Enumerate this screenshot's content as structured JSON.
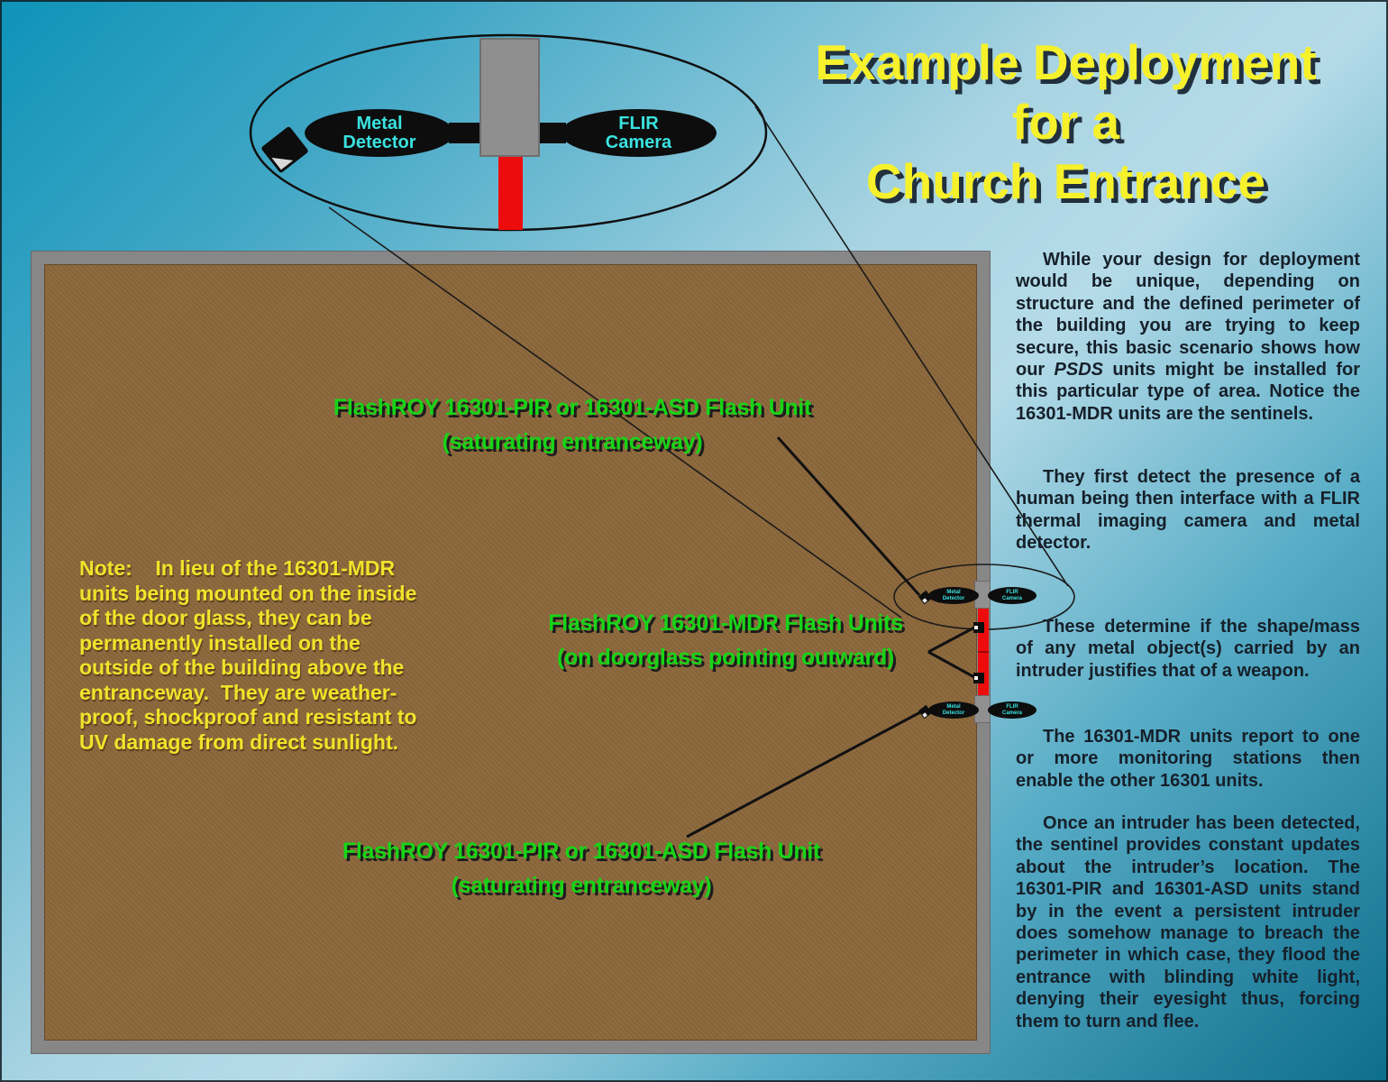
{
  "poster": {
    "title": {
      "line1": "Example Deployment",
      "line2": "for a",
      "line3": "Church Entrance"
    },
    "magnifier": {
      "metal_detector": "Metal Detector",
      "flir_camera": "FLIR Camera"
    },
    "labels": {
      "flash_top": {
        "line1": "FlashROY 16301-PIR or 16301-ASD Flash Unit",
        "line2": "(saturating entranceway)"
      },
      "mdr": {
        "line1": "FlashROY 16301-MDR Flash Units",
        "line2": "(on doorglass pointing outward)"
      },
      "flash_bottom": {
        "line1": "FlashROY 16301-PIR or 16301-ASD Flash Unit",
        "line2": "(saturating entranceway)"
      }
    },
    "note": "Note:    In lieu of the 16301-MDR\nunits being mounted on the inside\nof the door glass, they can be\npermanently installed on the\noutside of the building above the\nentranceway.  They are weather-\nproof, shockproof and resistant to\nUV damage from direct sunlight.",
    "right_column": {
      "p1_before": "While your design for deployment would be unique, depending on structure and the defined perimeter of the building you are trying to keep secure, this basic scenario shows how our ",
      "p1_emphasis": "PSDS",
      "p1_after": " units might be installed for this particular type of area.  Notice the 16301-MDR units are the sentinels.",
      "p2": "They first detect the presence of a human being then interface with a FLIR thermal imaging camera and metal detector.",
      "p3": "These determine if the shape/mass of any metal object(s) carried by an intruder justifies that of a weapon.",
      "p4": "The 16301-MDR units report to one or more monitoring stations then enable the other 16301 units.",
      "p5": "Once an intruder has been detected, the sentinel provides constant updates about the intruder’s location.  The 16301-PIR and 16301-ASD units stand by in the event a persistent intruder does somehow manage to breach the perimeter in which case, they flood the entrance with blinding white light, denying their eyesight thus, forcing them to turn and flee."
    },
    "colors": {
      "background_dark_cyan": "#0e93b8",
      "background_light": "#b5dbe8",
      "background_dark_teal": "#0d6e8c",
      "title_yellow": "#f6f12b",
      "label_green": "#17d417",
      "note_yellow": "#f1e32b",
      "building_brown": "#8a673d",
      "wall_gray": "#878787",
      "door_red": "#ed0c0c",
      "device_label_cyan": "#3ae2e0",
      "body_text": "#16202a"
    }
  }
}
